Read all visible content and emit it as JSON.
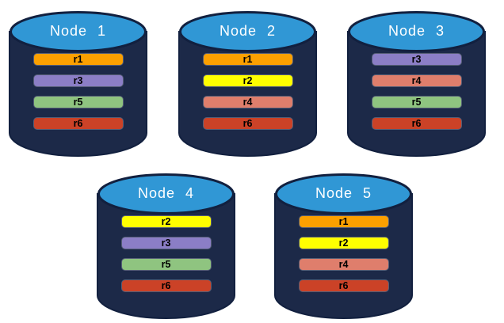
{
  "palette": {
    "page_background": "#FFFFFF",
    "cylinder_body": "#1C2948",
    "cylinder_top": "#3097D5",
    "outline": "#12203F",
    "title_text": "#FFFFFF",
    "bar_text": "#000000"
  },
  "replica_colors": {
    "r1": "#FCA000",
    "r2": "#FFFF00",
    "r3": "#8B7EC6",
    "r4": "#DF7E6C",
    "r5": "#8FC480",
    "r6": "#CB4227"
  },
  "nodes": [
    {
      "title": "Node 1",
      "rows": [
        {
          "label": "r1",
          "color": "#FCA000"
        },
        {
          "label": "r3",
          "color": "#8B7EC6"
        },
        {
          "label": "r5",
          "color": "#8FC480"
        },
        {
          "label": "r6",
          "color": "#CB4227"
        }
      ]
    },
    {
      "title": "Node 2",
      "rows": [
        {
          "label": "r1",
          "color": "#FCA000"
        },
        {
          "label": "r2",
          "color": "#FFFF00"
        },
        {
          "label": "r4",
          "color": "#DF7E6C"
        },
        {
          "label": "r6",
          "color": "#CB4227"
        }
      ]
    },
    {
      "title": "Node 3",
      "rows": [
        {
          "label": "r3",
          "color": "#8B7EC6"
        },
        {
          "label": "r4",
          "color": "#DF7E6C"
        },
        {
          "label": "r5",
          "color": "#8FC480"
        },
        {
          "label": "r6",
          "color": "#CB4227"
        }
      ]
    },
    {
      "title": "Node 4",
      "rows": [
        {
          "label": "r2",
          "color": "#FFFF00"
        },
        {
          "label": "r3",
          "color": "#8B7EC6"
        },
        {
          "label": "r5",
          "color": "#8FC480"
        },
        {
          "label": "r6",
          "color": "#CB4227"
        }
      ]
    },
    {
      "title": "Node 5",
      "rows": [
        {
          "label": "r1",
          "color": "#FCA000"
        },
        {
          "label": "r2",
          "color": "#FFFF00"
        },
        {
          "label": "r4",
          "color": "#DF7E6C"
        },
        {
          "label": "r6",
          "color": "#CB4227"
        }
      ]
    }
  ]
}
